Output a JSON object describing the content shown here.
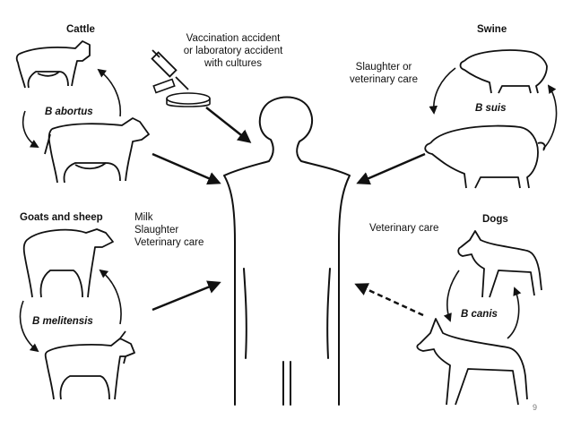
{
  "labels": {
    "cattle": "Cattle",
    "b_abortus": "B abortus",
    "vaccination_line1": "Vaccination accident",
    "vaccination_line2": "or laboratory accident",
    "vaccination_line3": "with cultures",
    "slaughter_line1": "Slaughter or",
    "slaughter_line2": "veterinary care",
    "swine": "Swine",
    "b_suis": "B suis",
    "goats_sheep": "Goats and sheep",
    "milk": "Milk",
    "slaughter": "Slaughter",
    "veterinary_care_goats": "Veterinary care",
    "b_melitensis": "B melitensis",
    "veterinary_care_dogs": "Veterinary care",
    "dogs": "Dogs",
    "b_canis": "B canis"
  },
  "page_number": "9"
}
